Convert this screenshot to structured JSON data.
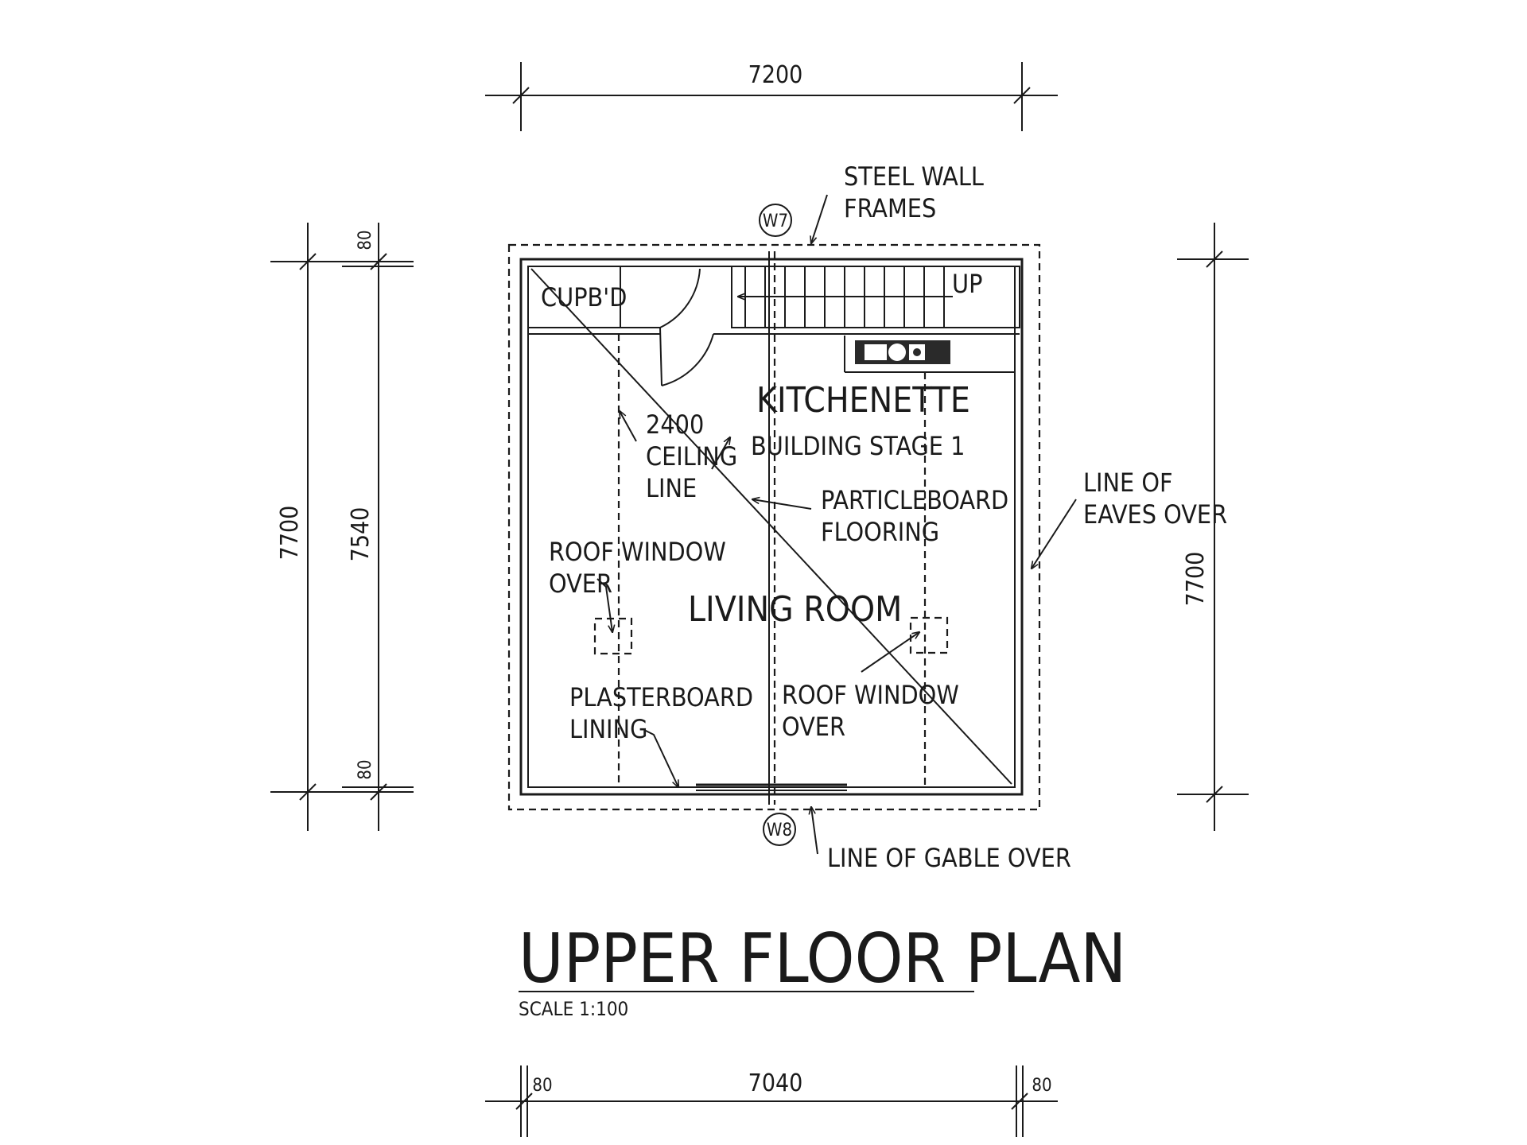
{
  "drawing": {
    "title": "UPPER FLOOR PLAN",
    "scale": "SCALE 1:100"
  },
  "dimensions": {
    "top_overall": "7200",
    "left_overall": "7700",
    "left_inner": "7540",
    "left_top_wall": "80",
    "left_bottom_wall": "80",
    "right_overall": "7700",
    "bottom_inner": "7040",
    "bottom_left_wall": "80",
    "bottom_right_wall": "80"
  },
  "windows": {
    "top": "W7",
    "bottom": "W8"
  },
  "labels": {
    "steel_wall_frames": [
      "STEEL WALL",
      "FRAMES"
    ],
    "cupboard": "CUPB'D",
    "stair_up": "UP",
    "kitchenette": "KITCHENETTE",
    "building_stage": "BUILDING STAGE 1",
    "ceiling_line": [
      "2400",
      "CEILING",
      "LINE"
    ],
    "particleboard": [
      "PARTICLEBOARD",
      "FLOORING"
    ],
    "line_of_eaves": [
      "LINE OF",
      "EAVES OVER"
    ],
    "roof_window_left": [
      "ROOF WINDOW",
      "OVER"
    ],
    "living_room": "LIVING ROOM",
    "roof_window_right": [
      "ROOF WINDOW",
      "OVER"
    ],
    "plasterboard": [
      "PLASTERBOARD",
      "LINING"
    ],
    "line_of_gable": "LINE OF GABLE OVER"
  }
}
